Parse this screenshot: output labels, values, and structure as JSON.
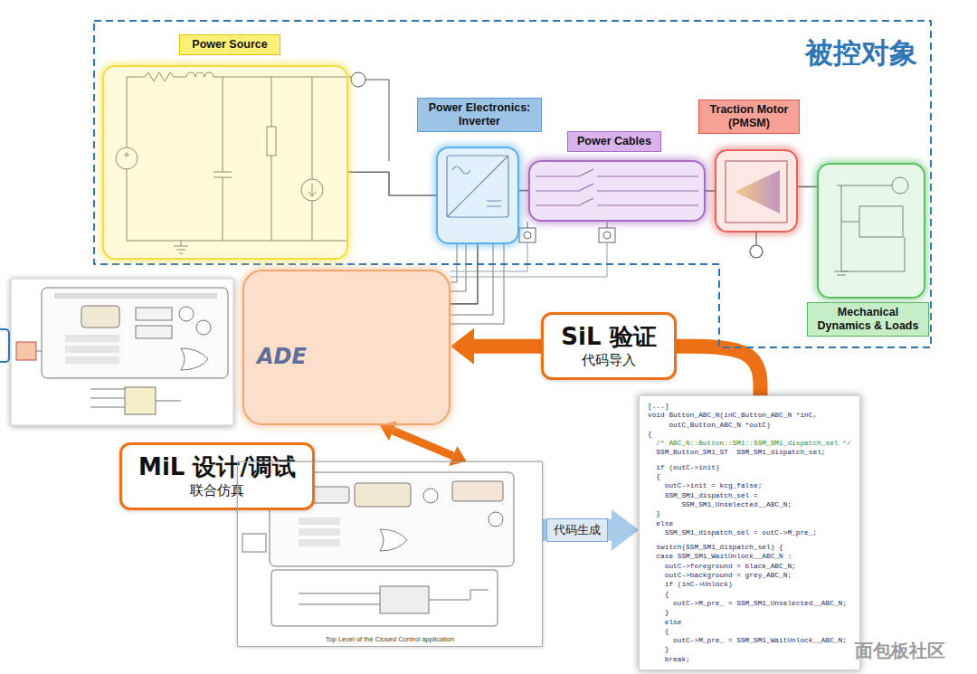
{
  "diagram": {
    "nodes": [
      {
        "text": [
          "被控对象"
        ]
      },
      {
        "text": [
          "Power Source"
        ],
        "in": 0
      },
      {
        "text": [
          "Power Electronics: Inverter"
        ],
        "in": 0
      },
      {
        "text": [
          "Power Cables"
        ],
        "in": 0
      },
      {
        "text": [
          "Traction Motor (PMSM)"
        ],
        "in": 0
      },
      {
        "text": [
          "Mechanical Dynamics & Loads"
        ],
        "in": 0
      },
      {
        "text": [
          "SiL 验证",
          "代码导入"
        ]
      },
      {
        "text": [
          "ADE"
        ]
      },
      {
        "text": [
          "MiL 设计/调试",
          "联合仿真"
        ]
      },
      {
        "text": [
          "Top Level of the Closed Control application"
        ]
      },
      {
        "text": [
          "[...]",
          "void Button_ABC_N(inC_Button_ABC_N *inC,",
          "     outC_Button_ABC_N *outC)",
          "{",
          "  /* ABC_N::Button::SM1::SSM_SM1_dispatch_sel */",
          "  SSM_Button_SM1_ST  SSM_SM1_dispatch_sel;",
          "  if (outC->init)",
          "  {",
          "    outC->init = kcg_false;",
          "    SSM_SM1_dispatch_sel =",
          "        SSM_SM1_Unselected__ABC_N;",
          "  }",
          "  else",
          "    SSM_SM1_dispatch_sel = outC->M_pre_;",
          "  switch(SSM_SM1_dispatch_sel) {",
          "  case SSM_SM1_WaitUnlock__ABC_N :",
          "    outC->foreground = black_ABC_N;",
          "    outC->background = grey_ABC_N;",
          "    if (inC->Unlock)",
          "    {",
          "      outC->M_pre_ = SSM_SM1_Unselected__ABC_N;",
          "    }",
          "    else",
          "    {",
          "      outC->M_pre_ = SSM_SM1_WaitUnlock__ABC_N;",
          "    }",
          "    break;"
        ]
      }
    ],
    "edges": [
      {
        "from": 1,
        "to": 2,
        "arrow": "none"
      },
      {
        "from": 2,
        "to": 3,
        "arrow": "none"
      },
      {
        "from": 3,
        "to": 4,
        "arrow": "none"
      },
      {
        "from": 4,
        "to": 5,
        "arrow": "none"
      },
      {
        "from": 2,
        "to": 7,
        "arrow": "none"
      },
      {
        "from": 10,
        "to": 6,
        "arrow": "none"
      },
      {
        "from": 6,
        "to": 7,
        "arrow": "to"
      },
      {
        "from": 7,
        "to": 9,
        "arrow": "both"
      },
      {
        "from": 9,
        "to": 10,
        "arrow": "to",
        "label": "代码生成"
      }
    ],
    "labels": [
      "面包板社区"
    ]
  }
}
